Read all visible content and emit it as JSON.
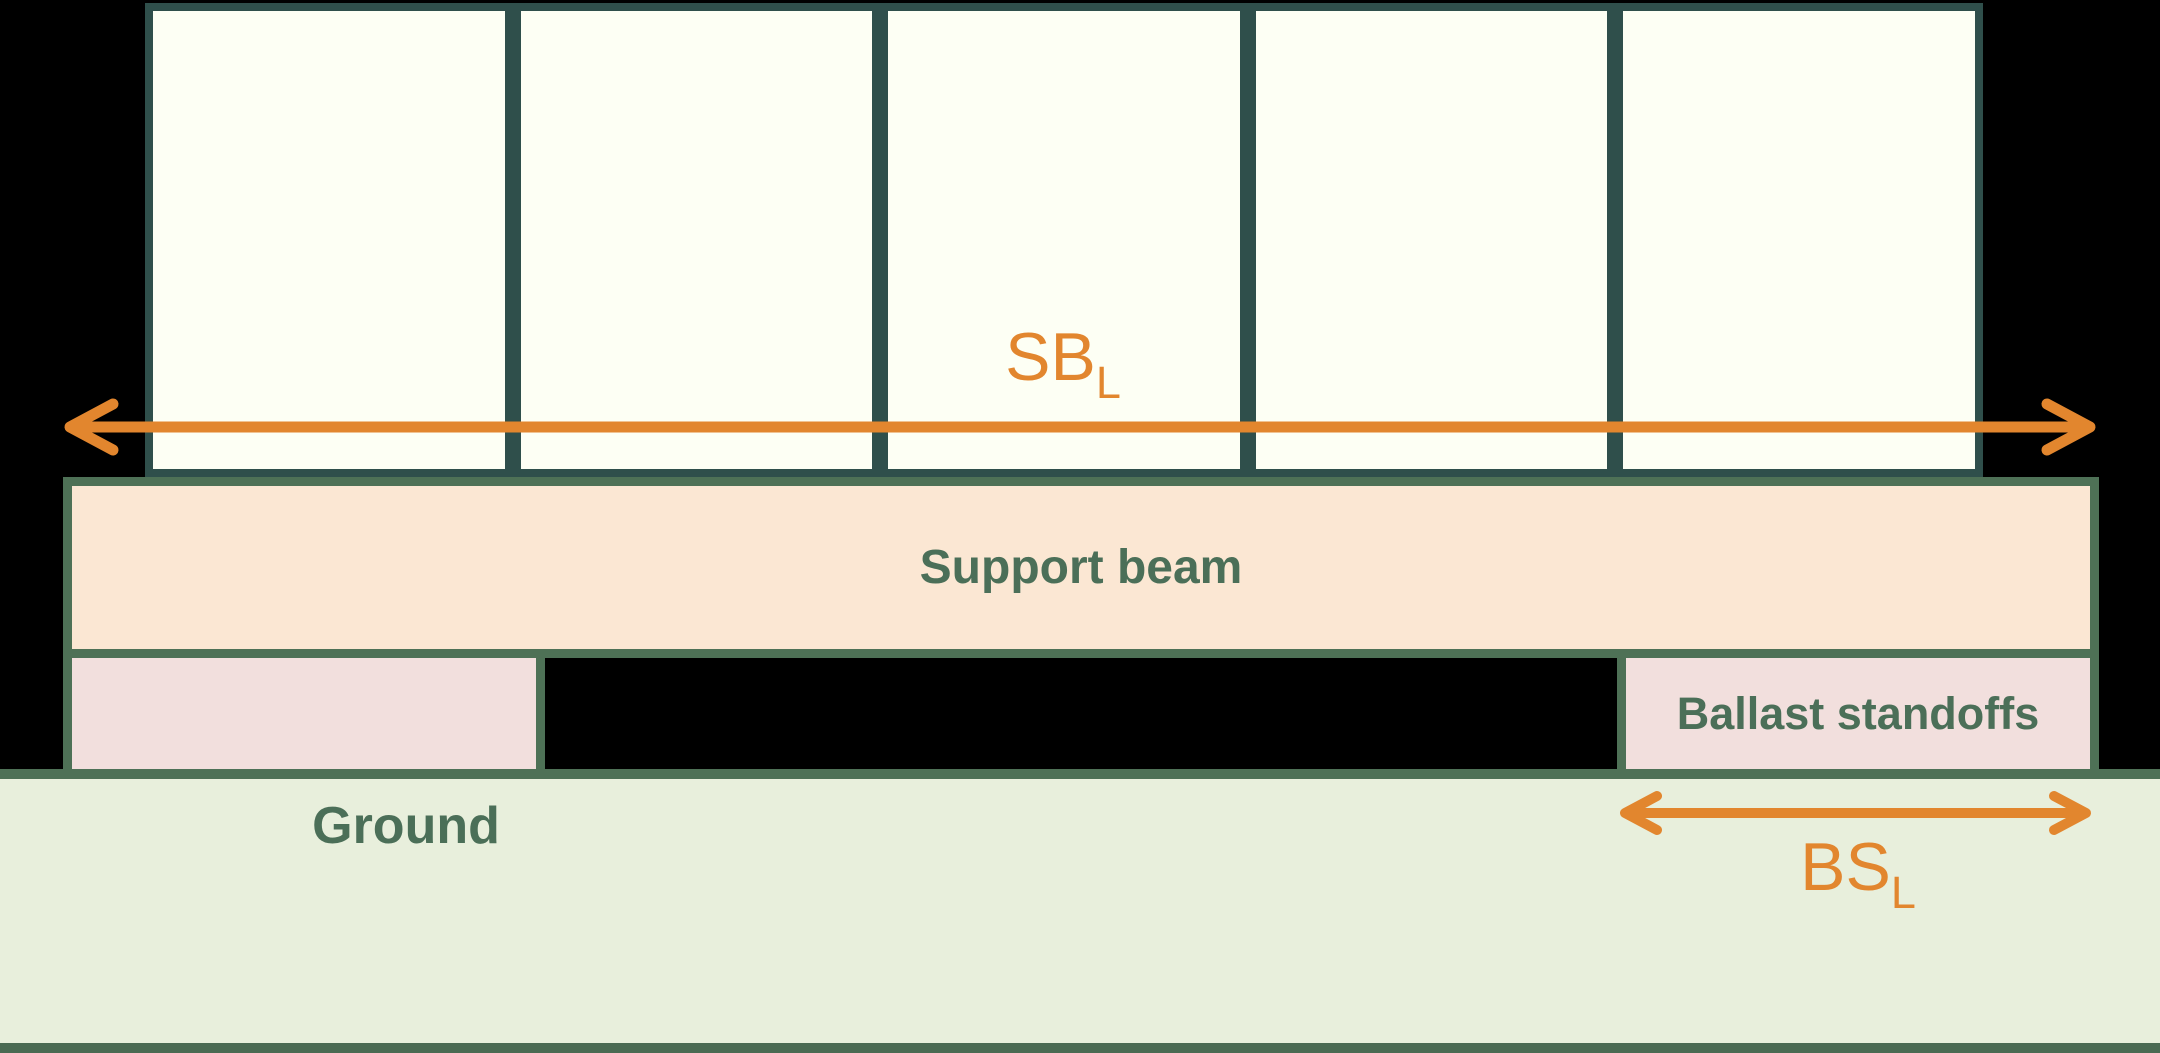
{
  "diagram": {
    "panel_count": 5,
    "support_beam_label": "Support beam",
    "ballast_standoffs_label": "Ballast standoffs",
    "ground_label": "Ground",
    "sb_dimension": {
      "symbol": "SB",
      "subscript": "L"
    },
    "bs_dimension": {
      "symbol": "BS",
      "subscript": "L"
    }
  },
  "colors": {
    "background": "#000000",
    "panel_fill": "#FDFFF4",
    "panel_border": "#2F4F4B",
    "beam_fill": "#FBE7D3",
    "standoff_fill": "#F2DFDD",
    "ground_fill": "#E8EFDC",
    "structure_border": "#4E7156",
    "ground_base": "#4A6A52",
    "label_green": "#4B6F58",
    "dimension_orange": "#E2862E"
  }
}
